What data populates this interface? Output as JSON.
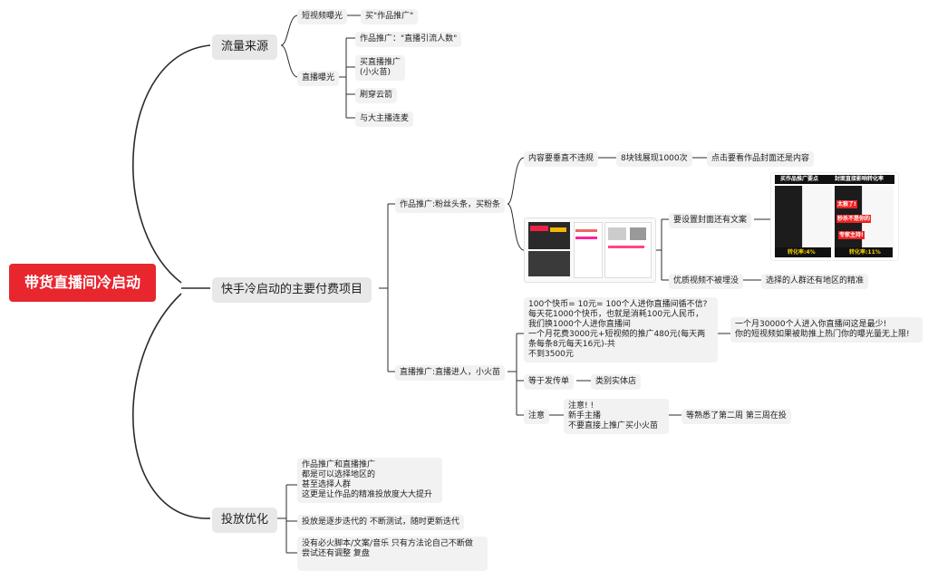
{
  "root": "带货直播间冷启动",
  "branches": {
    "traffic": {
      "label": "流量来源",
      "short_video": "短视频曝光",
      "short_video_child": "买\"作品推广\"",
      "live": "直播曝光",
      "live_children": [
        "作品推广：\"直播引流人数\"",
        "买直播推广\n(小火苗)",
        "刷穿云箭",
        "与大主播连麦"
      ]
    },
    "paid": {
      "label": "快手冷启动的主要付费项目",
      "works": "作品推广:粉丝头条，买粉条",
      "content_rule": "内容要垂直不违规",
      "price": "8块钱展现1000次",
      "click": "点击要看作品封面还是内容",
      "cover": "要设置封面还有文案",
      "quality": "优质视频不被埋没",
      "target": "选择的人群还有地区的精准",
      "live": "直播推广:直播进人，小火苗",
      "math": "100个快币= 10元= 100个人进你直播间循不信?\n每天花1000个快币，也就是消耗100元人民币，\n我们换1000个人进你直播间\n一个月花费3000元+短视频的推广480元(每天两条每条8元每天16元)-共\n不到3500元",
      "least": "一个月30000个人进入你直播间这是最少!\n你的短视频如果被助推上热门你的曝光量无上限!",
      "flyer": "等于发传单",
      "store": "类别实体店",
      "note": "注意",
      "note_child": "注意! !\n新手主播\n不要直接上推广买小火苗",
      "week": "等熟悉了第二周 第三周在投"
    },
    "optimize": {
      "label": "投放优化",
      "o1": "作品推广和直播推广\n都是可以选择地区的\n甚至选择人群\n这更是让作品的精准投放度大大提升",
      "o2": "投放是逐步迭代的 不断测试，随时更新迭代",
      "o3": "没有必火脚本/文案/音乐 只有方法论自己不断做\n尝试还有调整 复盘"
    }
  },
  "image_panel": {
    "header_left": "买作品推广要点",
    "header_right": "封面直接影响转化率",
    "tag1": "太狠了!",
    "tag2": "秒杀不是你的",
    "tag3": "专家主持!",
    "rate_left": "转化率:4%",
    "rate_right": "转化率:11%"
  },
  "colors": {
    "root_bg": "#e8262e",
    "line": "#333333",
    "node_bg": "#f2f2f2"
  }
}
